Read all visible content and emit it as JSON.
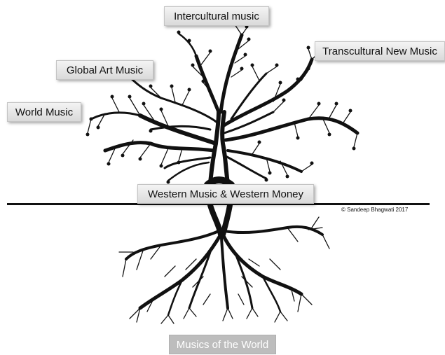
{
  "labels": {
    "intercultural": "Intercultural music",
    "transcultural": "Transcultural New Music",
    "global_art": "Global Art Music",
    "world_music": "World Music",
    "western": "Western Music & Western Money",
    "musics_of_world": "Musics of the World"
  },
  "copyright": "© Sandeep Bhagwati 2017",
  "colors": {
    "tree": "#111111",
    "label_bg": "#e6e6e6",
    "bottom_label_bg": "#bdbdbd"
  }
}
